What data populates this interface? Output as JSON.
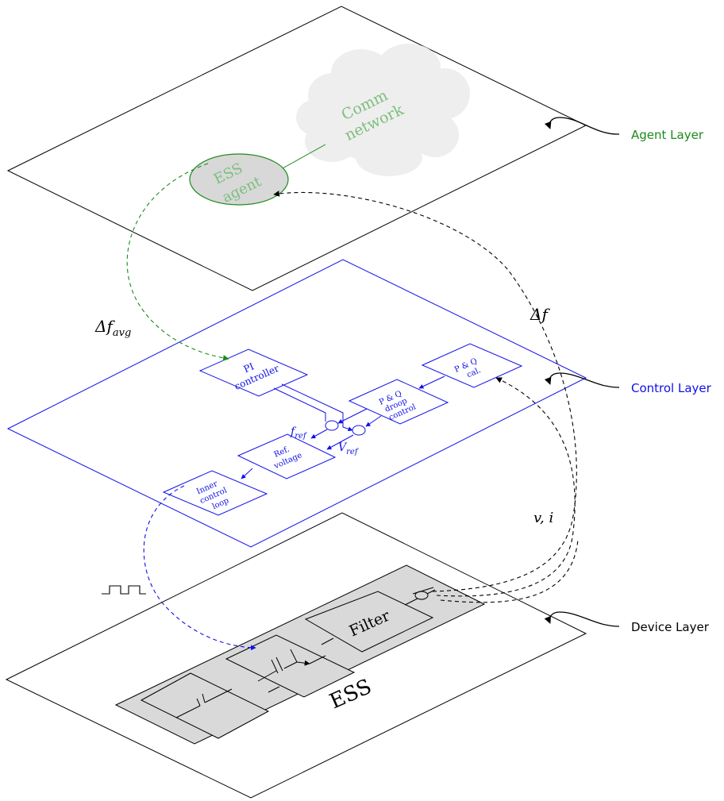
{
  "layers": {
    "agent": {
      "label": "Agent Layer",
      "color": "#1a8a1a"
    },
    "control": {
      "label": "Control Layer",
      "color": "#1010e8"
    },
    "device": {
      "label": "Device Layer",
      "color": "#000000"
    }
  },
  "agent_layer": {
    "comm_network": [
      "Comm",
      "network"
    ],
    "ess_agent": [
      "ESS",
      "agent"
    ]
  },
  "control_layer": {
    "pi_controller": [
      "PI",
      "controller"
    ],
    "pq_calc": [
      "P & Q",
      "cal."
    ],
    "pq_droop": [
      "P & Q",
      "droop",
      "control"
    ],
    "ref_voltage": [
      "Ref.",
      "voltage"
    ],
    "inner_loop": [
      "Inner",
      "control",
      "loop"
    ],
    "f_ref": "f",
    "f_ref_sub": "ref",
    "v_ref": "V",
    "v_ref_sub": "ref"
  },
  "device_layer": {
    "filter": "Filter",
    "ess": "ESS"
  },
  "signals": {
    "delta_f_avg": "Δf",
    "delta_f_avg_sub": "avg",
    "delta_f": "Δf",
    "v_i": "v, i"
  },
  "colors": {
    "agent_green": "#1a8a1a",
    "agent_text": "#7dbf7d",
    "control_blue": "#1010e8",
    "device_fill": "#d9d9d9",
    "cloud_fill": "#eeeeee"
  }
}
